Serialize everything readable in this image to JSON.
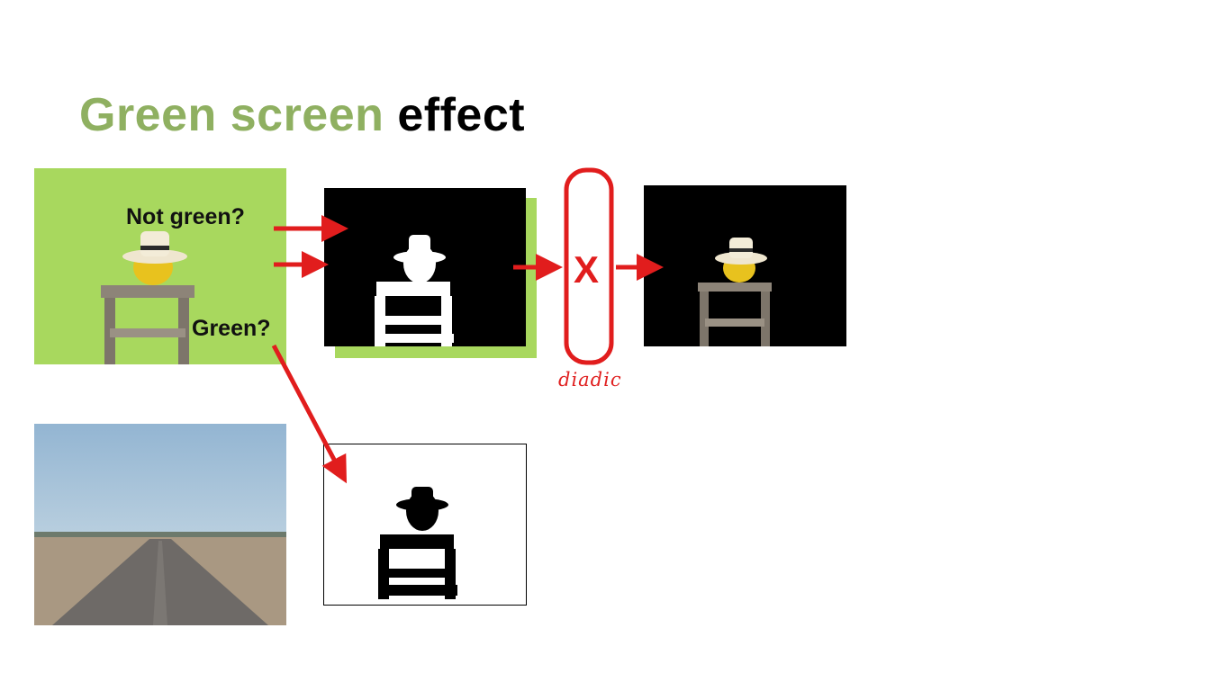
{
  "title": {
    "part1": "Green screen",
    "part2": "effect"
  },
  "labels": {
    "not_green": "Not green?",
    "green": "Green?",
    "multiply_symbol": "X",
    "operator_note": "diadic"
  },
  "colors": {
    "title_green": "#8fb061",
    "green_screen": "#a6d65a",
    "arrow_red": "#e11d1d",
    "sky_blue": "#9dbbd3"
  }
}
